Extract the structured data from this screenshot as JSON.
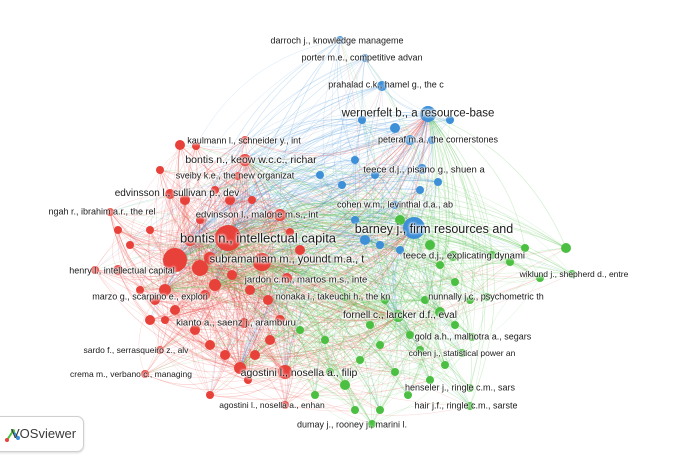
{
  "app": {
    "name": "VOSviewer"
  },
  "colors": {
    "red": "#e8413a",
    "blue": "#3d8fd8",
    "green": "#4bbf41"
  },
  "clusters": [
    {
      "name": "red",
      "color": "#e8413a"
    },
    {
      "name": "blue",
      "color": "#3d8fd8"
    },
    {
      "name": "green",
      "color": "#4bbf41"
    }
  ],
  "labels": [
    {
      "text": "darroch j., knowledge manageme",
      "cluster": "blue"
    },
    {
      "text": "porter m.e., competitive advan",
      "cluster": "blue"
    },
    {
      "text": "prahalad c.k., hamel g., the c",
      "cluster": "blue"
    },
    {
      "text": "wernerfelt b., a resource-base",
      "cluster": "blue"
    },
    {
      "text": "peteraf m.a., the cornerstones",
      "cluster": "blue"
    },
    {
      "text": "teece d.j., pisano g., shuen a",
      "cluster": "blue"
    },
    {
      "text": "cohen w.m., levinthal d.a., ab",
      "cluster": "blue"
    },
    {
      "text": "barney j., firm resources and",
      "cluster": "blue"
    },
    {
      "text": "kaulmann l., schneider y., int",
      "cluster": "red"
    },
    {
      "text": "bontis n., keow w.c.c., richar",
      "cluster": "red"
    },
    {
      "text": "sveiby k.e., the new organizat",
      "cluster": "red"
    },
    {
      "text": "edvinsson l., sullivan p., dev",
      "cluster": "red"
    },
    {
      "text": "ngah r., ibrahim a.r., the rel",
      "cluster": "red"
    },
    {
      "text": "edvinsson l., malone m.s., int",
      "cluster": "red"
    },
    {
      "text": "bontis n., intellectual capita",
      "cluster": "red"
    },
    {
      "text": "subramaniam m., youndt m.a., t",
      "cluster": "red"
    },
    {
      "text": "henry l., intellectual capital",
      "cluster": "red"
    },
    {
      "text": "jardon c.m., martos m.s., inte",
      "cluster": "red"
    },
    {
      "text": "marzo g., scarpino e., explori",
      "cluster": "red"
    },
    {
      "text": "kianto a., saenz j., aramburu",
      "cluster": "red"
    },
    {
      "text": "sardo f., serrasqueiro z., alv",
      "cluster": "red"
    },
    {
      "text": "crema m., verbano c., managing",
      "cluster": "red"
    },
    {
      "text": "agostini l., nosella a., filip",
      "cluster": "red"
    },
    {
      "text": "agostini l., nosella a., enhan",
      "cluster": "red"
    },
    {
      "text": "teece d.j., explicating dynami",
      "cluster": "green"
    },
    {
      "text": "wiklund j., shepherd d., entre",
      "cluster": "green"
    },
    {
      "text": "nonaka i., takeuchi h., the kn",
      "cluster": "green"
    },
    {
      "text": "nunnally j.c., psychometric th",
      "cluster": "green"
    },
    {
      "text": "fornell c., larcker d.f., eval",
      "cluster": "green"
    },
    {
      "text": "gold a.h., malhotra a., segars",
      "cluster": "green"
    },
    {
      "text": "cohen j., statistical power an",
      "cluster": "green"
    },
    {
      "text": "henseler j., ringle c.m., sars",
      "cluster": "green"
    },
    {
      "text": "hair j.f., ringle c.m., sarste",
      "cluster": "green"
    },
    {
      "text": "dumay j., rooney j., marini l.",
      "cluster": "green"
    }
  ]
}
